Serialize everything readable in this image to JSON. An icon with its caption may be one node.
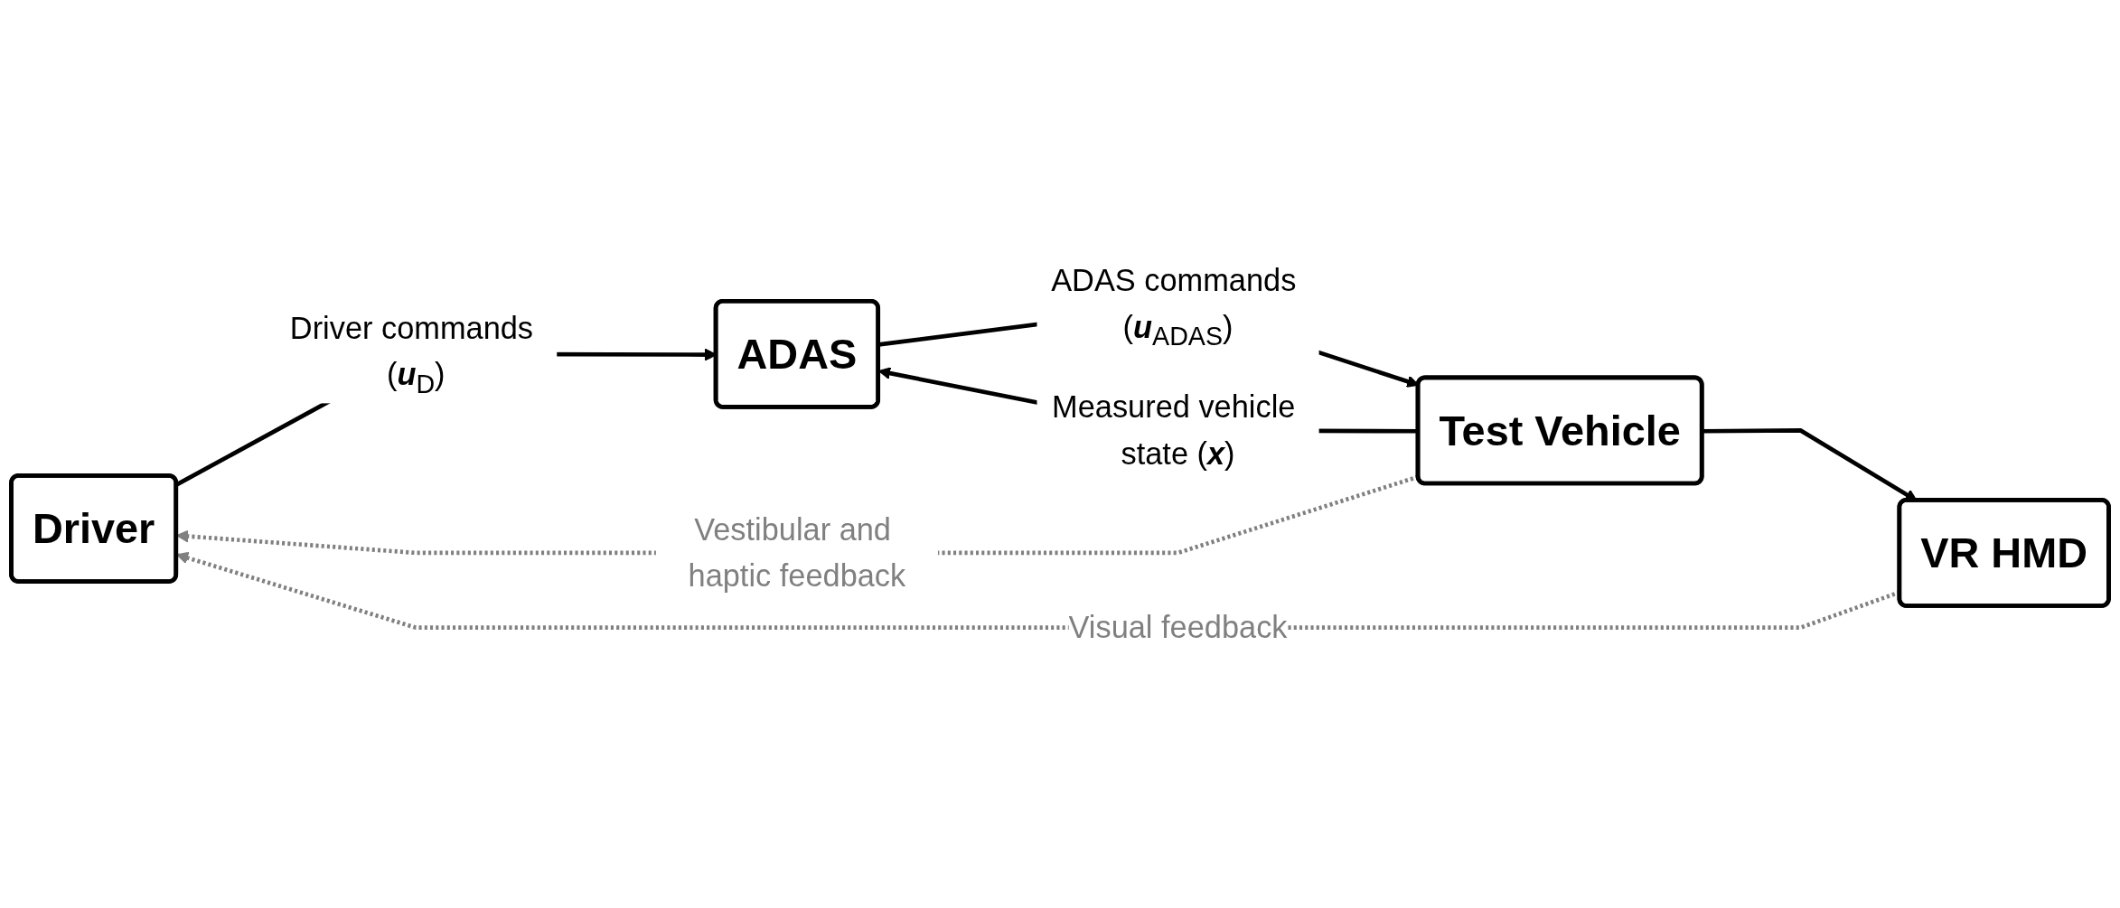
{
  "diagram": {
    "nodes": [
      {
        "text": [
          "Driver"
        ]
      },
      {
        "text": [
          "ADAS"
        ]
      },
      {
        "text": [
          "Test Vehicle"
        ]
      },
      {
        "text": [
          "VR HMD"
        ]
      }
    ],
    "edges": [
      {
        "from": 0,
        "to": 1,
        "arrow": "to",
        "label": "Driver commands (**u**$_{D}$)"
      },
      {
        "from": 1,
        "to": 2,
        "arrow": "to",
        "label": "ADAS commands (**u**$_{ADAS}$)"
      },
      {
        "from": 2,
        "to": 1,
        "arrow": "to",
        "label": "Measured vehicle state (**x**)"
      },
      {
        "from": 2,
        "to": 3,
        "arrow": "to"
      },
      {
        "from": 3,
        "to": 0,
        "arrow": "to",
        "label": "Visual feedback",
        "style": "dashed",
        "color": "#808080"
      },
      {
        "from": 2,
        "to": 0,
        "arrow": "to",
        "label": "Vestibular and haptic feedback",
        "style": "dashed",
        "color": "#808080"
      }
    ]
  }
}
